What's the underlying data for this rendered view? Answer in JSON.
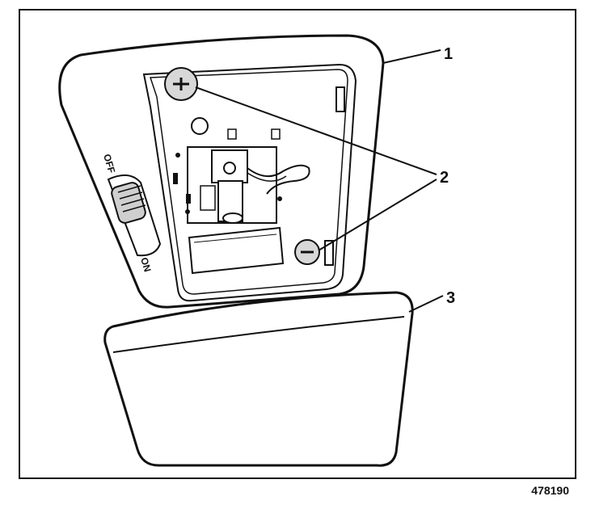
{
  "figure": {
    "id_number": "478190"
  },
  "callouts": [
    {
      "label": "1"
    },
    {
      "label": "2"
    },
    {
      "label": "3"
    }
  ],
  "switch": {
    "top_label": "OFF",
    "bottom_label": "ON"
  },
  "colors": {
    "ink": "#111111",
    "paper": "#ffffff",
    "shade": "#cfcfcf"
  }
}
